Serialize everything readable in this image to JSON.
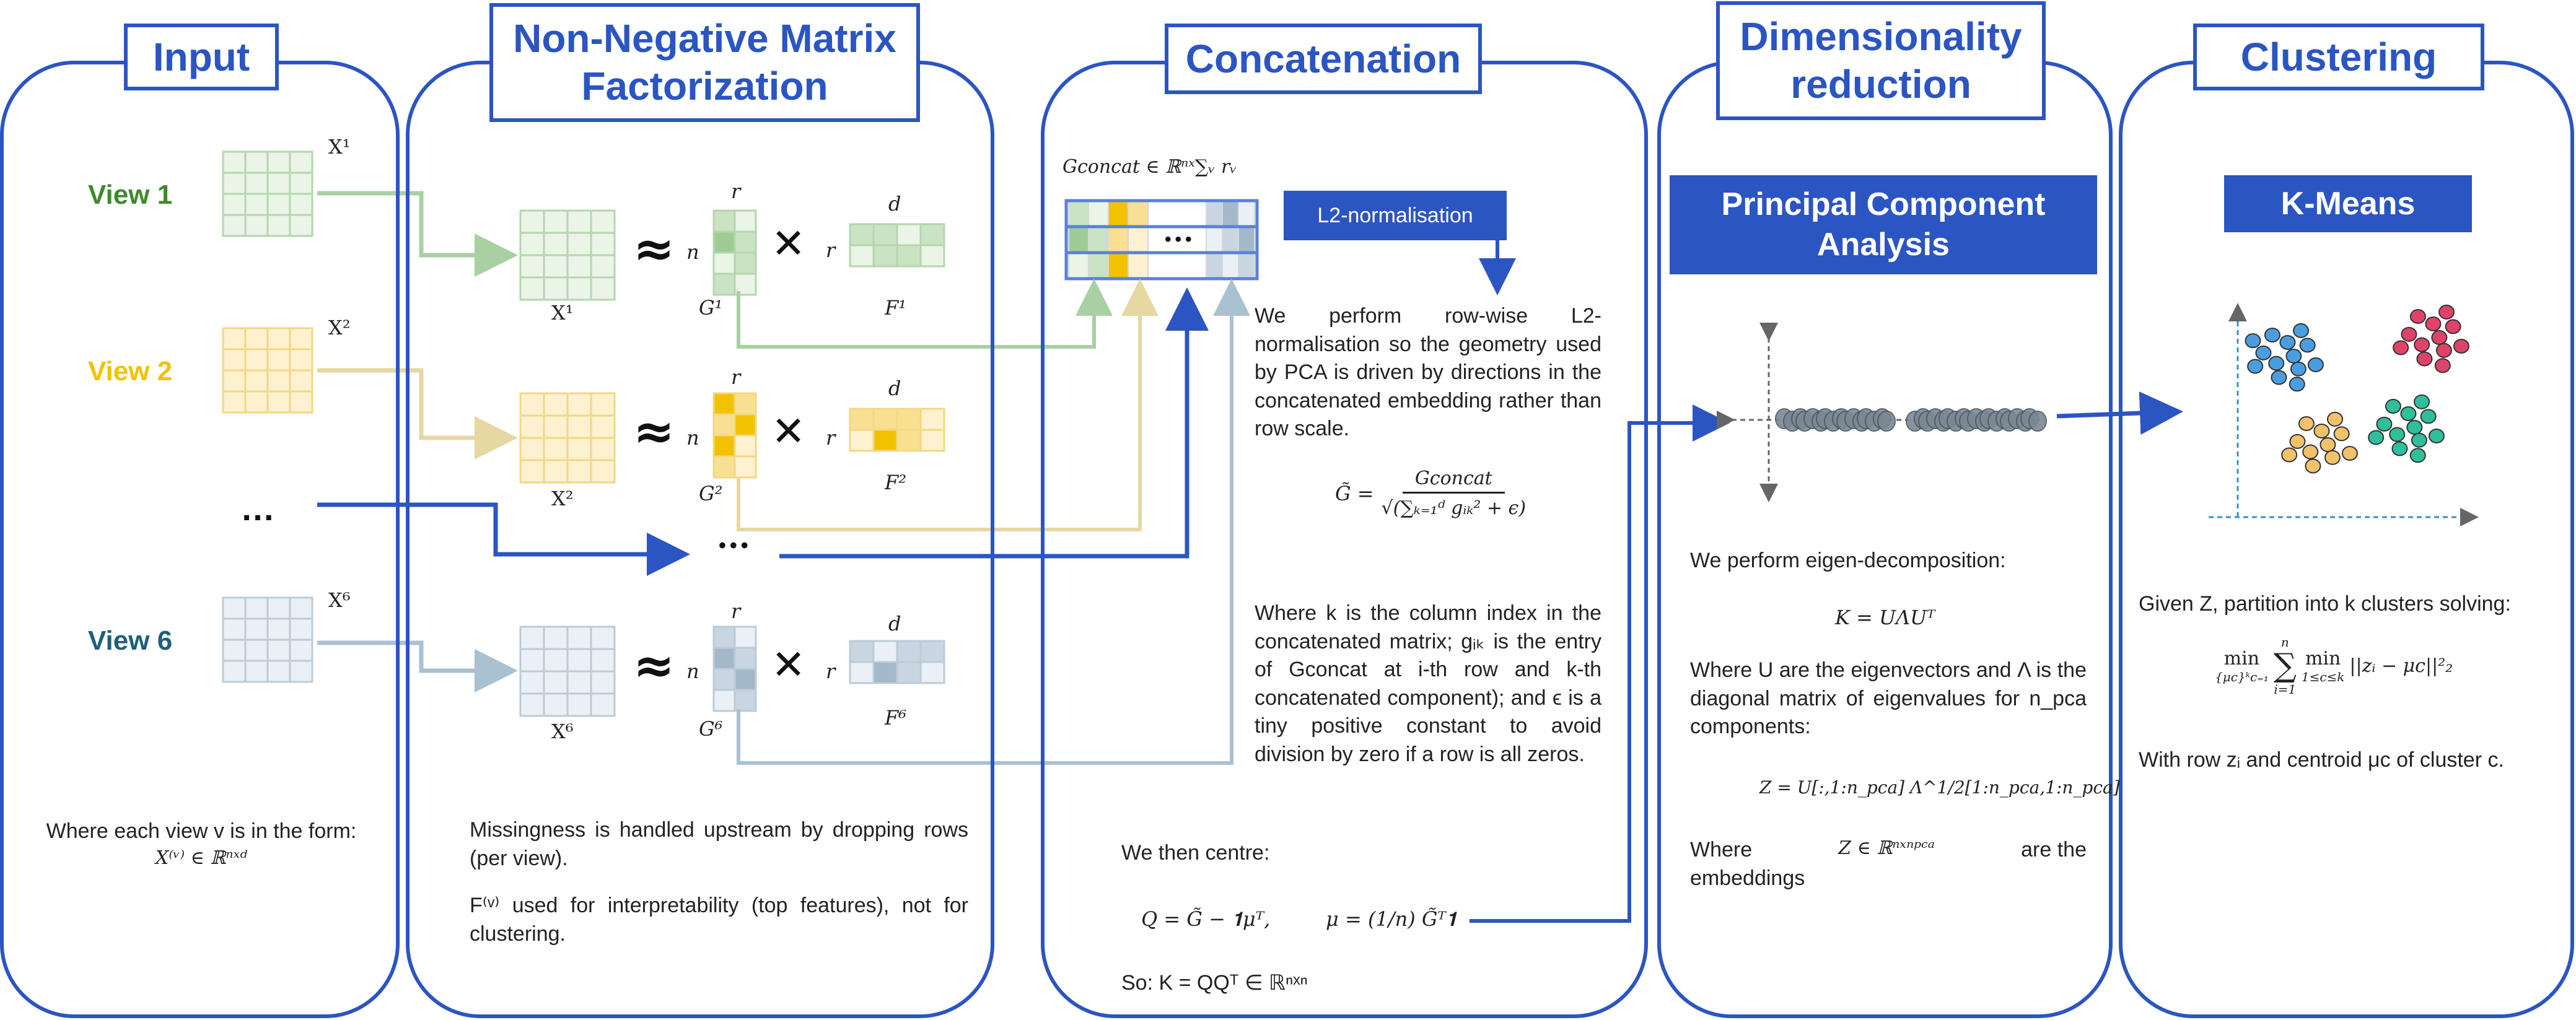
{
  "panels": {
    "input": {
      "title": "Input"
    },
    "nmf": {
      "title": "Non-Negative Matrix\nFactorization"
    },
    "concat": {
      "title": "Concatenation"
    },
    "dimred": {
      "title": "Dimensionality\nreduction"
    },
    "clustering": {
      "title": "Clustering"
    }
  },
  "input": {
    "views": [
      {
        "label": "View 1",
        "color": "#3f8a2a",
        "matrix_label": "X¹"
      },
      {
        "label": "View 2",
        "color": "#f2c200",
        "matrix_label": "X²"
      },
      {
        "label": "…",
        "color": "#111111",
        "matrix_label": ""
      },
      {
        "label": "View 6",
        "color": "#1f5f7a",
        "matrix_label": "X⁶"
      }
    ],
    "caption_line1": "Where each view v is in the form:",
    "caption_line2": "X⁽ᵛ⁾ ∈ ℝⁿˣᵈ"
  },
  "nmf": {
    "rows": [
      {
        "x": "X¹",
        "g": "G¹",
        "f": "F¹"
      },
      {
        "x": "X²",
        "g": "G²",
        "f": "F²"
      },
      {
        "x": "X⁶",
        "g": "G⁶",
        "f": "F⁶"
      }
    ],
    "approx": "≈",
    "times": "✕",
    "dim_n": "n",
    "dim_r": "r",
    "dim_d": "d",
    "ellipsis": "•••",
    "note1": "Missingness is handled upstream by dropping rows (per view).",
    "note2": "F⁽ᵛ⁾ used for interpretability (top features), not for clustering."
  },
  "concat": {
    "gconcat_label": "Gconcat ∈ ℝⁿˣ∑ᵥ rᵥ",
    "ellipsis": "•••",
    "l2_label": "L2-normalisation",
    "para1": "We perform row-wise L2-normalisation so the geometry used by PCA is driven by directions in the concatenated embedding rather than row scale.",
    "formula_lhs": "G̃ =",
    "formula_num": "Gconcat",
    "formula_den": "√(∑ₖ₌₁ᵈ gᵢₖ² + ϵ)",
    "para2": "Where k is the column index in the concatenated matrix; gᵢₖ is the entry of Gconcat at i-th row and k-th concatenated component); and ϵ is a tiny positive constant to avoid division by zero if a row is all zeros.",
    "centre_text": "We then centre:",
    "q_formula": "Q = G̃ − 𝟏μᵀ,",
    "mu_formula": "μ = (1/n) G̃ᵀ𝟏",
    "so_text": "So: K = QQᵀ ∈ ℝⁿˣⁿ"
  },
  "dimred": {
    "pca_label": "Principal Component\nAnalysis",
    "eigen_text": "We perform eigen-decomposition:",
    "k_formula": "K = UΛUᵀ",
    "where_text": "Where U are the eigenvectors and Λ is the diagonal matrix of eigenvalues for n_pca components:",
    "z_formula": "Z = U[:,1:n_pca] Λ^1/2[1:n_pca,1:n_pca]",
    "where2_a": "Where",
    "where2_b": "Z ∈ ℝⁿˣⁿᵖᶜᵃ",
    "where2_c": "are the",
    "where2_d": "embeddings"
  },
  "clustering": {
    "kmeans_label": "K-Means",
    "given_text": "Given Z, partition into k clusters solving:",
    "objective": "min_{μc} ∑ᵢ₌₁ⁿ min_{1≤c≤k} ||zᵢ − μc||²₂",
    "obj_min": "min",
    "obj_sub": "{μc}ᵏc₌₁",
    "obj_sum": "∑",
    "obj_sum_top": "n",
    "obj_sum_bot": "i=1",
    "obj_min2": "min",
    "obj_min2_sub": "1≤c≤k",
    "obj_norm": "||zᵢ − μc||²₂",
    "with_text": "With row zᵢ and centroid μc of cluster c."
  },
  "colors": {
    "accent": "#2b55c2",
    "green": "#c9e3c3",
    "yellow": "#f6d37a",
    "teal": "#c2d3df",
    "cluster_blue": "#4a9ee0",
    "cluster_pink": "#e0436a",
    "cluster_orange": "#f2c26a",
    "cluster_teal": "#2fbf9a"
  }
}
